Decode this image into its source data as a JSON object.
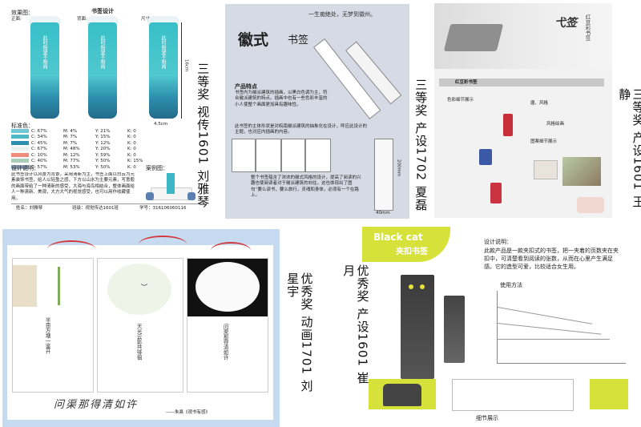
{
  "p1": {
    "effect_label": "效果图：",
    "front_label": "正面:",
    "back_label": "背面:",
    "title": "书签设计",
    "size_label": "尺寸:",
    "height_dim": "16cm",
    "width_dim": "4.5cm",
    "bookmark_text": "此时相望不相闻",
    "std_color_label": "标准色：",
    "colors": [
      {
        "hex": "#6ec7d3",
        "c": "C: 67%",
        "m": "M: 4%",
        "y": "Y: 21%",
        "k": "K: 0"
      },
      {
        "hex": "#4eb8c9",
        "c": "C: 34%",
        "m": "M: 7%",
        "y": "Y: 15%",
        "k": "K: 0"
      },
      {
        "hex": "#2d8fb0",
        "c": "C: 45%",
        "m": "M: 7%",
        "y": "Y: 12%",
        "k": "K: 0"
      },
      {
        "hex": "#e9f0f2",
        "c": "C: 67%",
        "m": "M: 48%",
        "y": "Y: 20%",
        "k": "K: 0"
      },
      {
        "hex": "#f08a7a",
        "c": "C: 10%",
        "m": "M: 12%",
        "y": "Y: 59%",
        "k": "K: 0"
      },
      {
        "hex": "#a9cdb8",
        "c": "C: 40%",
        "m": "M: 77%",
        "y": "Y: 50%",
        "k": "K: 15%"
      },
      {
        "hex": "#8da3b5",
        "c": "C: 57%",
        "m": "M: 53%",
        "y": "Y: 50%",
        "k": "K: 0"
      }
    ],
    "design_label": "设计说明：",
    "case_label": "案例图：",
    "design_text": "此书签设计以风景为背景，采用清新为主，书签上面以白云为元素装饰书签，给人以轻盈之感，下方以山水为主要元素，写意般的画面带给了一种清新的感受，大海与海鸟相结合，整体画面给人一种清新、美观，大方大气的视觉感受，也可以用作收藏使用。",
    "footer_name": "姓名：刘雅琴",
    "footer_class": "班级：视觉传达1601班",
    "footer_id": "学号：316106060116",
    "caption": "三等奖 视传1601 刘雅琴"
  },
  "p2": {
    "slogan": "一生痴绝处，无梦到徽州。",
    "title_main": "徽式",
    "title_sub": "书签",
    "features_label": "产品特点",
    "feature_text": "书签内为徽派建筑的插画，以黑白色调为主，符合徽派建筑的特点。插画中也有一些色彩丰富的小人使整个画面更加具有趣味性。",
    "body_text": "此书签的主体形状是对皖南徽派建筑的抽象化在设计，呼应此设计的主题，也对应内插画的内容。",
    "body_text2": "整个书签蕴含了浓浓的徽式风格的设计，提高了阅读的兴趣也使阅读者对于徽派建筑的向往。这也体现出了图句“要么读书，要么旅行，灵魂和身体，必须有一个在路上。",
    "dim_h": "200mm",
    "dim_w": "40mm",
    "caption": "三等奖 产设1702 夏磊"
  },
  "p3": {
    "brand_big": "弋签",
    "brand_script": "红豆彩书签",
    "header": "红豆彩书签",
    "section1": "色彩细节展示",
    "section2": "图案细节展示",
    "label_a": "唐、风格",
    "label_b": "风格绘画",
    "caption": "三等奖 产设1601 王静"
  },
  "p4": {
    "calligraphy": "问渠那得清如许",
    "author": "——朱熹《观书有感》",
    "card1_text": "半亩方塘一鉴开",
    "card2_text": "天光云影共徘徊",
    "card3_text": "问渠那得清如许",
    "caption": "优秀奖 动画1701 刘星宇"
  },
  "p5": {
    "black_cat": "Black cat",
    "cn_title": "夹扣书签",
    "design_label": "设计说明：",
    "design_text": "此款产品是一款夹扣式的书签，把一夹着的页数夹在夹扣中，可清楚看到阅读的张数，从而在心里产生满足感。它的造型可爱，比较适合女生用。",
    "usage_label": "使用方法",
    "detail_label": "细节展示",
    "caption": "优秀奖 产设1601 崔月"
  }
}
